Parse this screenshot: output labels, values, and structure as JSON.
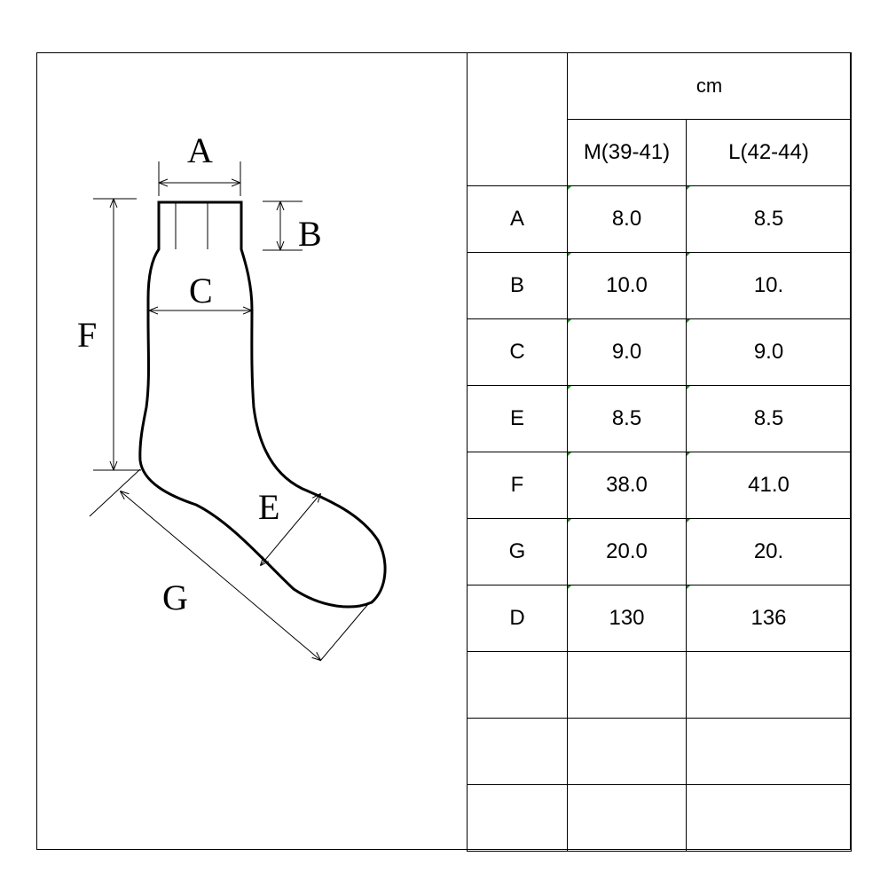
{
  "diagram": {
    "labels": {
      "a": "A",
      "b": "B",
      "c": "C",
      "e": "E",
      "f": "F",
      "g": "G"
    }
  },
  "table": {
    "unit": "cm",
    "columns": [
      "M(39-41)",
      "L(42-44)"
    ],
    "rows": [
      {
        "label": "A",
        "m": "8.0",
        "l": "8.5"
      },
      {
        "label": "B",
        "m": "10.0",
        "l": "10."
      },
      {
        "label": "C",
        "m": "9.0",
        "l": "9.0"
      },
      {
        "label": "E",
        "m": "8.5",
        "l": "8.5"
      },
      {
        "label": "F",
        "m": "38.0",
        "l": "41.0"
      },
      {
        "label": "G",
        "m": "20.0",
        "l": "20."
      },
      {
        "label": "D",
        "m": "130",
        "l": "136"
      }
    ]
  },
  "colors": {
    "line": "#000000",
    "cell_mark": "#1a8a1a"
  }
}
